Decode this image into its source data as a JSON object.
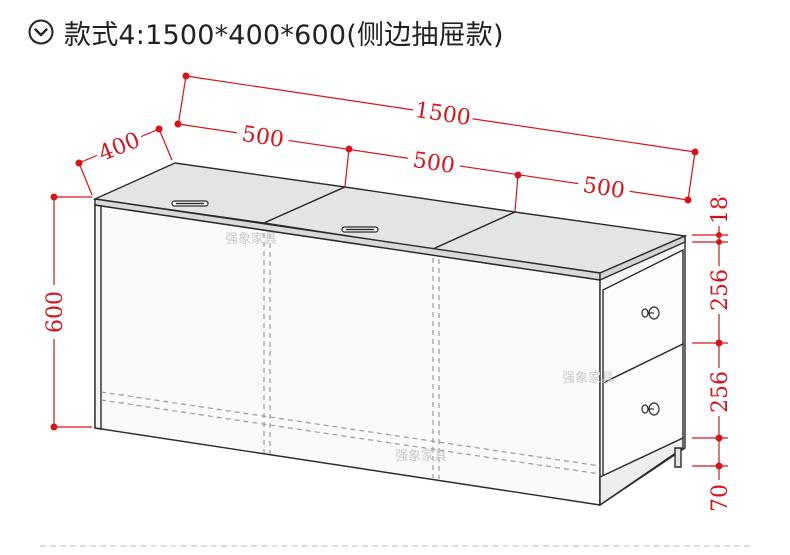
{
  "header": {
    "title": "款式4:1500*400*600(侧边抽屉款)",
    "icon": "circle-chevron-down-icon"
  },
  "dimensions": {
    "total_width": "1500",
    "depth": "400",
    "section_1": "500",
    "section_2": "500",
    "section_3": "500",
    "height": "600",
    "top_thickness": "18",
    "drawer_1": "256",
    "drawer_2": "256",
    "base": "70"
  },
  "watermark": "强象家具",
  "colors": {
    "dimension": "#d6141b",
    "outline": "#2b2b2b",
    "top_surface": "#e4e4e4",
    "front_face": "#fafafa"
  }
}
